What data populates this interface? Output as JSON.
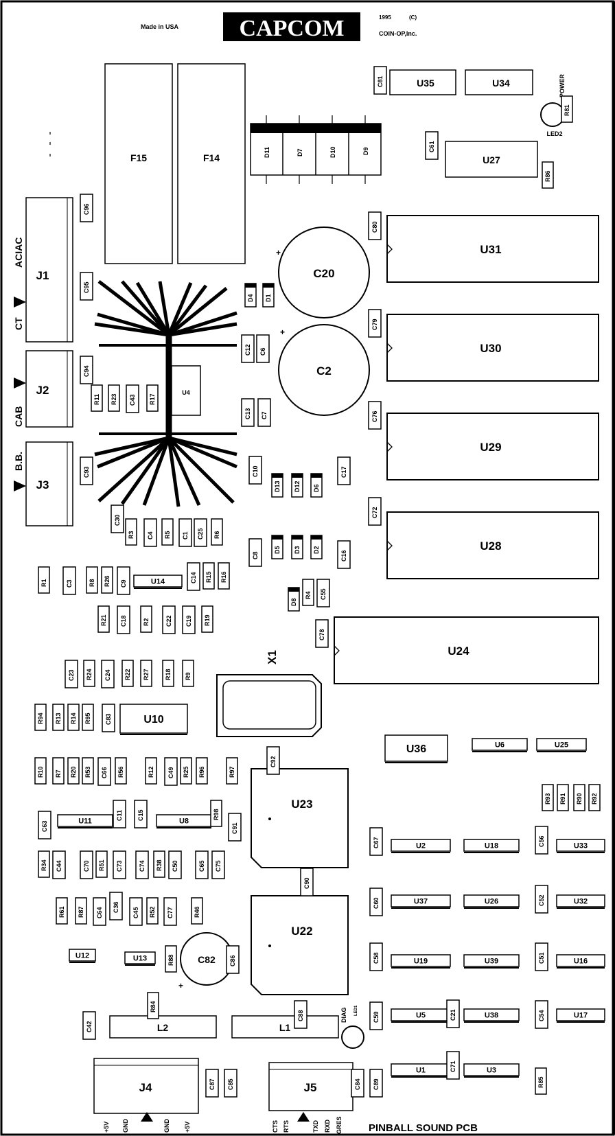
{
  "header": {
    "made_in": "Made   in   USA",
    "brand": "CAPCOM",
    "year": "1995",
    "copyright": "(C)",
    "company": "COIN-OP,Inc."
  },
  "footer": {
    "title": "PINBALL SOUND PCB"
  },
  "side_labels": {
    "aciac": "ACIAC",
    "ct": "CT",
    "cab": "CAB",
    "bb": "B.B."
  },
  "power_label": "POWER",
  "diag_label": "DIAG",
  "j4_pins": [
    "+5V",
    "GND",
    "GND",
    "+5V"
  ],
  "j5_pins": [
    "CTS",
    "RTS",
    "TXD",
    "RXD",
    "GRES"
  ],
  "big_chips": [
    "U31",
    "U30",
    "U29",
    "U28",
    "U24"
  ],
  "fuses": [
    "F15",
    "F14"
  ],
  "diode_pack": [
    "D11",
    "D7",
    "D10",
    "D9"
  ],
  "connectors": [
    "J1",
    "J2",
    "J3",
    "J4",
    "J5"
  ],
  "caps_large": [
    "C20",
    "C2",
    "C82"
  ],
  "crystal": "X1",
  "sockets": [
    "U23",
    "U22"
  ],
  "small_chips": [
    "U35",
    "U34",
    "U27",
    "U4",
    "U14",
    "U10",
    "U11",
    "U8",
    "U12",
    "U13",
    "U36",
    "U6",
    "U25",
    "U2",
    "U18",
    "U33",
    "U37",
    "U26",
    "U32",
    "U19",
    "U39",
    "U16",
    "U5",
    "U38",
    "U17",
    "U1",
    "U3"
  ],
  "inductors": [
    "L2",
    "L1"
  ],
  "leds": [
    "LED2",
    "LED1"
  ],
  "passives": [
    "C81",
    "R81",
    "C61",
    "R86",
    "C96",
    "C80",
    "C95",
    "D4",
    "D1",
    "C79",
    "C12",
    "C6",
    "C94",
    "R11",
    "R23",
    "C43",
    "R17",
    "C13",
    "C7",
    "C76",
    "C93",
    "C10",
    "D13",
    "D12",
    "D6",
    "C17",
    "C72",
    "C30",
    "R3",
    "C4",
    "R5",
    "C1",
    "C25",
    "R6",
    "C8",
    "D5",
    "D3",
    "D2",
    "C16",
    "R1",
    "C3",
    "R8",
    "R26",
    "C9",
    "C14",
    "R15",
    "R16",
    "D8",
    "R4",
    "C55",
    "R21",
    "C18",
    "R2",
    "C22",
    "C19",
    "R19",
    "C78",
    "C23",
    "R24",
    "C24",
    "R22",
    "R27",
    "R18",
    "R9",
    "R94",
    "R13",
    "R14",
    "R95",
    "C83",
    "C92",
    "R10",
    "R7",
    "R20",
    "R53",
    "C66",
    "R56",
    "R12",
    "C49",
    "R25",
    "R96",
    "R97",
    "C63",
    "C11",
    "C15",
    "R98",
    "C91",
    "R93",
    "R91",
    "R90",
    "R92",
    "C67",
    "C56",
    "R34",
    "C44",
    "C70",
    "R51",
    "C73",
    "C74",
    "R38",
    "C50",
    "C65",
    "C75",
    "C90",
    "C60",
    "C52",
    "R61",
    "R87",
    "C64",
    "C36",
    "C45",
    "R52",
    "C77",
    "R46",
    "R88",
    "C86",
    "C58",
    "C51",
    "R84",
    "C42",
    "C88",
    "C59",
    "C21",
    "C54",
    "C87",
    "C85",
    "C84",
    "C89",
    "C71",
    "R85"
  ]
}
